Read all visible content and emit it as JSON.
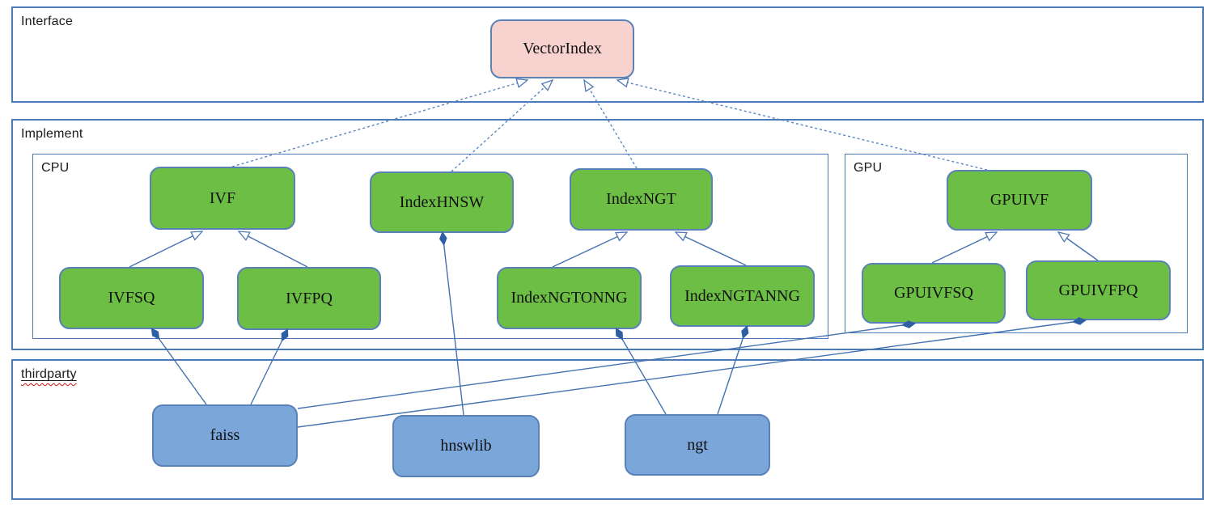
{
  "diagram": {
    "type": "uml-class-diagram",
    "containers": {
      "interface": {
        "label": "Interface"
      },
      "implement": {
        "label": "Implement"
      },
      "cpu": {
        "label": "CPU"
      },
      "gpu": {
        "label": "GPU"
      },
      "thirdparty": {
        "label": "thirdparty",
        "spellcheck_underline": true
      }
    },
    "nodes": {
      "vectorindex": {
        "label": "VectorIndex",
        "fill": "#f8d2cf",
        "group": "interface"
      },
      "ivf": {
        "label": "IVF",
        "fill": "#6cbe45",
        "group": "cpu"
      },
      "indexhnsw": {
        "label": "IndexHNSW",
        "fill": "#6cbe45",
        "group": "cpu"
      },
      "indexngt": {
        "label": "IndexNGT",
        "fill": "#6cbe45",
        "group": "cpu"
      },
      "ivfsq": {
        "label": "IVFSQ",
        "fill": "#6cbe45",
        "group": "cpu"
      },
      "ivfpq": {
        "label": "IVFPQ",
        "fill": "#6cbe45",
        "group": "cpu"
      },
      "indexngtonng": {
        "label": "IndexNGTONNG",
        "fill": "#6cbe45",
        "group": "cpu"
      },
      "indexngtanng": {
        "label": "IndexNGTANNG",
        "fill": "#6cbe45",
        "group": "cpu"
      },
      "gpuivf": {
        "label": "GPUIVF",
        "fill": "#6cbe45",
        "group": "gpu"
      },
      "gpuivfsq": {
        "label": "GPUIVFSQ",
        "fill": "#6cbe45",
        "group": "gpu"
      },
      "gpuivfpq": {
        "label": "GPUIVFPQ",
        "fill": "#6cbe45",
        "group": "gpu"
      },
      "faiss": {
        "label": "faiss",
        "fill": "#7aa6d9",
        "group": "thirdparty"
      },
      "hnswlib": {
        "label": "hnswlib",
        "fill": "#7aa6d9",
        "group": "thirdparty"
      },
      "ngt": {
        "label": "ngt",
        "fill": "#7aa6d9",
        "group": "thirdparty"
      }
    },
    "edges": [
      {
        "from": "IVF",
        "to": "VectorIndex",
        "type": "implements",
        "style": "dashed-hollow-arrow"
      },
      {
        "from": "IndexHNSW",
        "to": "VectorIndex",
        "type": "implements",
        "style": "dashed-hollow-arrow"
      },
      {
        "from": "IndexNGT",
        "to": "VectorIndex",
        "type": "implements",
        "style": "dashed-hollow-arrow"
      },
      {
        "from": "GPUIVF",
        "to": "VectorIndex",
        "type": "implements",
        "style": "dashed-hollow-arrow"
      },
      {
        "from": "IVFSQ",
        "to": "IVF",
        "type": "inherits",
        "style": "solid-hollow-arrow"
      },
      {
        "from": "IVFPQ",
        "to": "IVF",
        "type": "inherits",
        "style": "solid-hollow-arrow"
      },
      {
        "from": "IndexNGTONNG",
        "to": "IndexNGT",
        "type": "inherits",
        "style": "solid-hollow-arrow"
      },
      {
        "from": "IndexNGTANNG",
        "to": "IndexNGT",
        "type": "inherits",
        "style": "solid-hollow-arrow"
      },
      {
        "from": "GPUIVFSQ",
        "to": "GPUIVF",
        "type": "inherits",
        "style": "solid-hollow-arrow"
      },
      {
        "from": "GPUIVFPQ",
        "to": "GPUIVF",
        "type": "inherits",
        "style": "solid-hollow-arrow"
      },
      {
        "from": "IVFSQ",
        "to": "faiss",
        "type": "composition",
        "style": "solid-filled-diamond"
      },
      {
        "from": "IVFPQ",
        "to": "faiss",
        "type": "composition",
        "style": "solid-filled-diamond"
      },
      {
        "from": "IndexHNSW",
        "to": "hnswlib",
        "type": "composition",
        "style": "solid-filled-diamond"
      },
      {
        "from": "IndexNGTONNG",
        "to": "ngt",
        "type": "composition",
        "style": "solid-filled-diamond"
      },
      {
        "from": "IndexNGTANNG",
        "to": "ngt",
        "type": "composition",
        "style": "solid-filled-diamond"
      },
      {
        "from": "GPUIVFSQ",
        "to": "faiss",
        "type": "composition",
        "style": "solid-filled-diamond"
      },
      {
        "from": "GPUIVFPQ",
        "to": "faiss",
        "type": "composition",
        "style": "solid-filled-diamond"
      }
    ],
    "colors": {
      "node_green": "#6cbe45",
      "node_blue": "#7aa6d9",
      "node_pink": "#f8d2cf",
      "container_border": "#4a7ab8",
      "line_blue": "#4472b0",
      "dashed_line_blue": "#5b86c4",
      "diamond_fill": "#2e5fa5",
      "spellcheck_underline_red": "#cc1111"
    }
  }
}
